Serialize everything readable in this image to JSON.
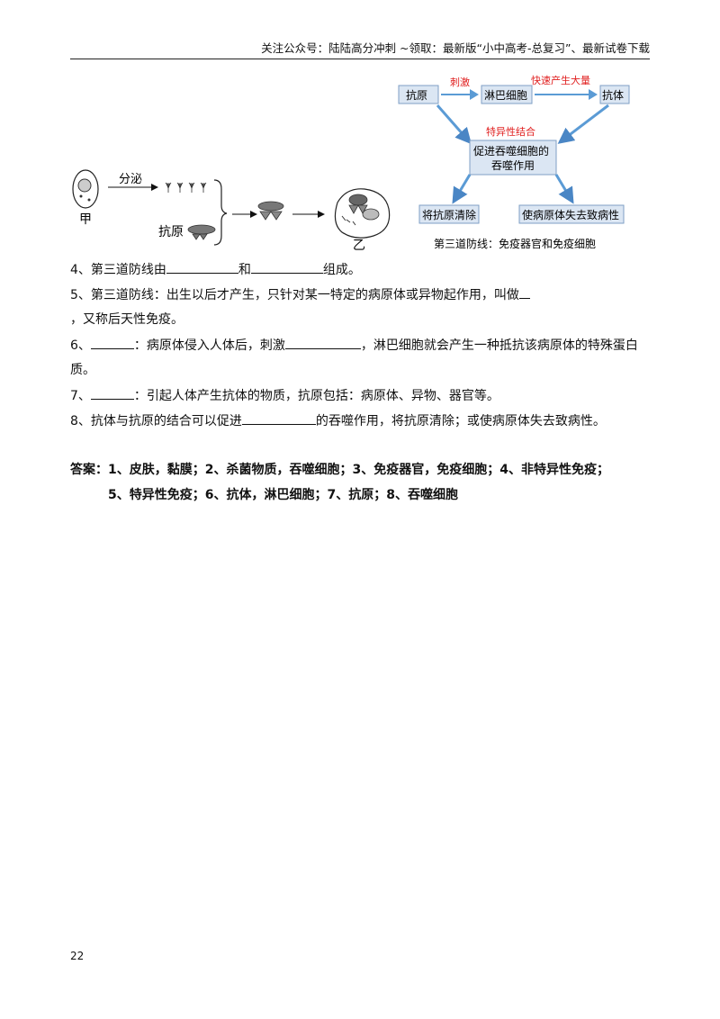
{
  "header": {
    "text": "关注公众号：陆陆高分冲刺  ~领取：最新版“小中高考-总复习”、最新试卷下载"
  },
  "left_figure": {
    "label_jia": "甲",
    "label_secrete": "分泌",
    "label_antigen": "抗原",
    "label_yi": "乙"
  },
  "right_figure": {
    "box_antigen": "抗原",
    "box_lymph": "淋巴细胞",
    "box_antibody": "抗体",
    "label_stimulate": "刺激",
    "label_fast_produce": "快速产生大量",
    "label_specific_bind": "特异性结合",
    "box_promote_line1": "促进吞噬细胞的",
    "box_promote_line2": "吞噬作用",
    "box_clear": "将抗原清除",
    "box_lose": "使病原体失去致病性",
    "caption": "第三道防线：免疫器官和免疫细胞"
  },
  "questions": {
    "q4_a": "4、第三道防线由",
    "q4_b": "和",
    "q4_c": "组成。",
    "q5_a": "5、第三道防线：出生以后才产生，只针对某一特定的病原体或异物起作用，叫做",
    "q5_b": "，又称后天性免疫。",
    "q6_a": "6、",
    "q6_b": "：病原体侵入人体后，刺激",
    "q6_c": "，淋巴细胞就会产生一种抵抗该病原体的特殊蛋白",
    "q6_d": "质。",
    "q7_a": "7、",
    "q7_b": "：引起人体产生抗体的物质，抗原包括：病原体、异物、器官等。",
    "q8_a": "8、抗体与抗原的结合可以促进",
    "q8_b": "的吞噬作用，将抗原清除；或使病原体失去致病性。"
  },
  "answer": {
    "line1": "答案：1、皮肤，黏膜；2、杀菌物质，吞噬细胞；3、免疫器官，免疫细胞；4、非特异性免疫；",
    "line2": "5、特异性免疫；6、抗体，淋巴细胞；7、抗原；8、吞噬细胞"
  },
  "page_number": "22",
  "colors": {
    "arrow_blue": "#5b9bd5",
    "red_label": "#e02020",
    "box_fill": "#dbe6f3",
    "box_border": "#7f9fc4"
  }
}
